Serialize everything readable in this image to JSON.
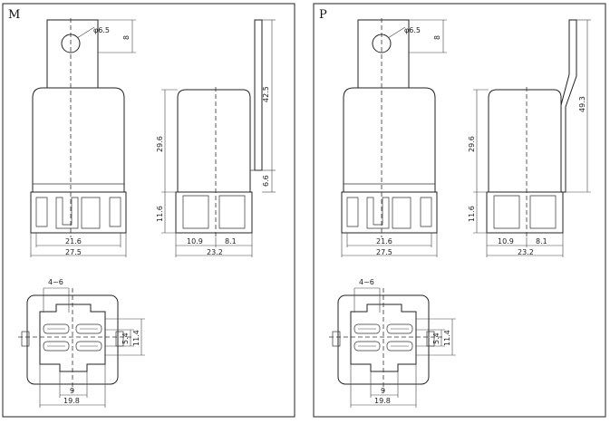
{
  "panels": [
    {
      "letter": "M",
      "dims": {
        "hole": "φ6.5",
        "tab_h": "8",
        "body_h": "29.6",
        "pin_h": "11.6",
        "side_tab_h": "42.5",
        "side_offset": "6.6",
        "w_inner": "21.6",
        "w_outer": "27.5",
        "side_a": "10.9",
        "side_b": "8.1",
        "side_w": "23.2",
        "pin_pitch": "4~6",
        "pin_gap_v": "5.4",
        "pin_span_v": "11.4",
        "pin_span_h": "9",
        "base_w": "19.8"
      }
    },
    {
      "letter": "P",
      "dims": {
        "hole": "φ6.5",
        "tab_h": "8",
        "body_h": "29.6",
        "pin_h": "11.6",
        "side_tab_h": "49.3",
        "w_inner": "21.6",
        "w_outer": "27.5",
        "side_a": "10.9",
        "side_b": "8.1",
        "side_w": "23.2",
        "pin_pitch": "4~6",
        "pin_gap_v": "5.4",
        "pin_span_v": "11.4",
        "pin_span_h": "9",
        "base_w": "19.8"
      }
    }
  ]
}
